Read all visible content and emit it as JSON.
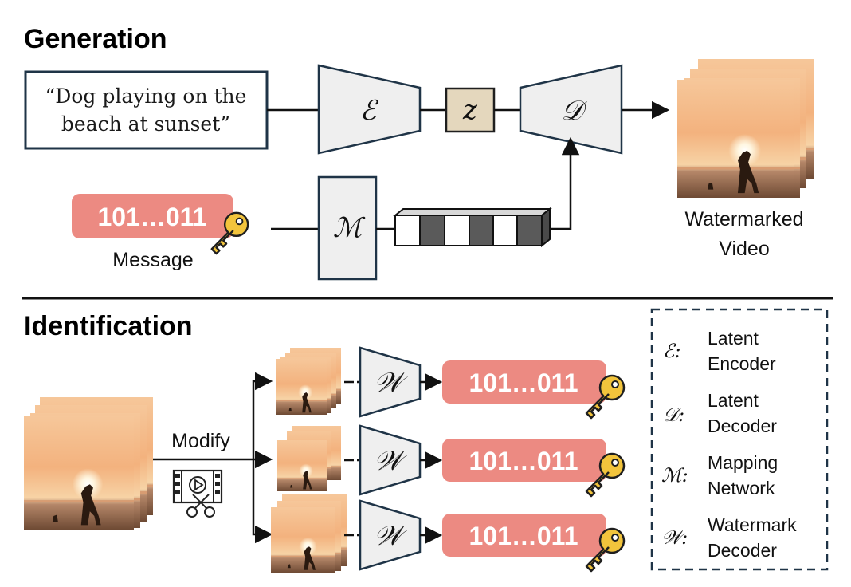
{
  "generation": {
    "title": "Generation",
    "prompt_line1": "“Dog playing on the",
    "prompt_line2": "beach at sunset”",
    "encoder_symbol": "ℰ",
    "latent_symbol": "z",
    "decoder_symbol": "𝒟",
    "mapping_symbol": "ℳ",
    "message_bits": "101…011",
    "message_label": "Message",
    "output_label_line1": "Watermarked",
    "output_label_line2": "Video"
  },
  "identification": {
    "title": "Identification",
    "modify_label": "Modify",
    "decoder_symbol": "𝒲",
    "outputs": [
      "101…011",
      "101…011",
      "101…011"
    ]
  },
  "legend": {
    "items": [
      {
        "symbol": "ℰ:",
        "line1": "Latent",
        "line2": "Encoder"
      },
      {
        "symbol": "𝒟:",
        "line1": "Latent",
        "line2": "Decoder"
      },
      {
        "symbol": "ℳ:",
        "line1": "Mapping",
        "line2": "Network"
      },
      {
        "symbol": "𝒲:",
        "line1": "Watermark",
        "line2": "Decoder"
      }
    ]
  },
  "colors": {
    "box_stroke": "#1f3447",
    "box_fill": "#efefef",
    "message_fill": "#ec8a82",
    "key_fill": "#f2c43c",
    "bit_dark": "#5a5a5a"
  }
}
